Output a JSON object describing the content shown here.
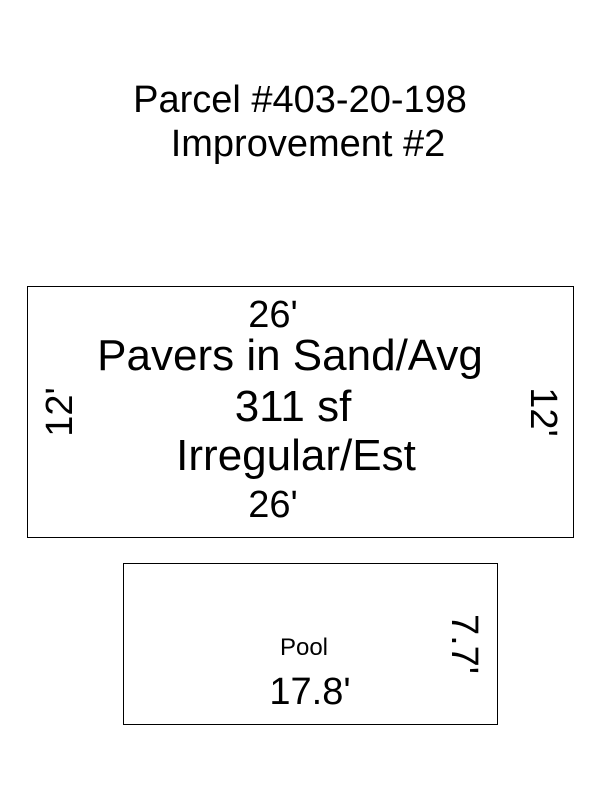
{
  "title": {
    "line1": "Parcel #403-20-198",
    "line2": "Improvement #2"
  },
  "patio": {
    "top_dimension": "26'",
    "bottom_dimension": "26'",
    "left_dimension": "12'",
    "right_dimension": "12'",
    "material": "Pavers in Sand/Avg",
    "area": "311 sf",
    "shape": "Irregular/Est"
  },
  "pool": {
    "name": "Pool",
    "length": "17.8'",
    "width": "7.7'"
  }
}
